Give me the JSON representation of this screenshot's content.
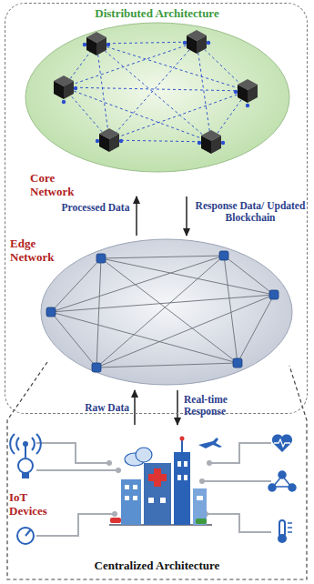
{
  "diagram": {
    "nodes": [
      {
        "text": [
          "Distributed Architecture"
        ]
      },
      {
        "text": [
          "Core Network"
        ],
        "in": 0
      },
      {
        "text": [
          "Edge Network"
        ],
        "in": 0
      },
      {
        "text": [
          "Centralized Architecture"
        ]
      }
    ],
    "edges": [
      {
        "from": 2,
        "to": 1,
        "arrow": "to",
        "label": "Processed Data"
      },
      {
        "from": 1,
        "to": 2,
        "arrow": "to",
        "label": "Response Data/ Updated Blockchain"
      },
      {
        "from": 3,
        "to": 2,
        "arrow": "to",
        "label": "Raw Data"
      },
      {
        "from": 2,
        "to": 3,
        "arrow": "to",
        "label": "Real-time Response"
      }
    ],
    "labels": [
      "IoT Devices"
    ]
  }
}
